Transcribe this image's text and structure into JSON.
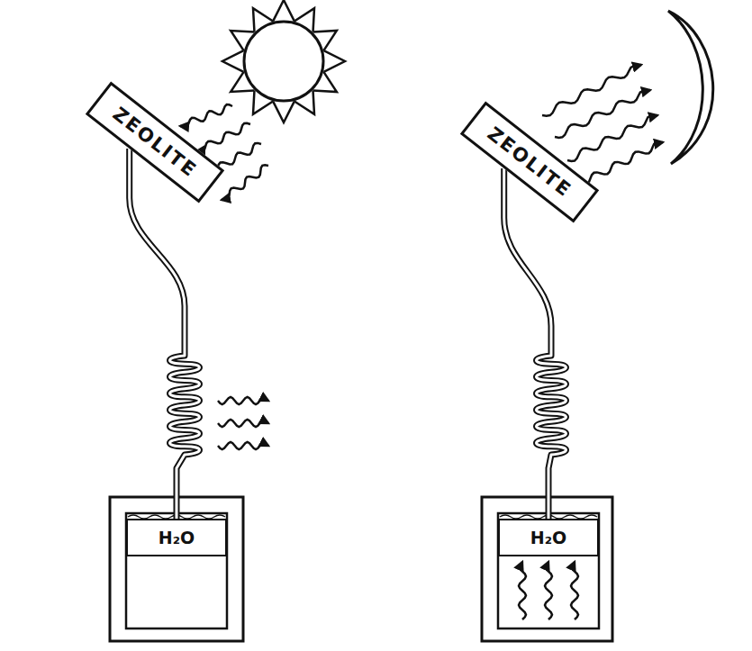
{
  "diagram": {
    "nodes": [
      {
        "text": [
          "ZEOLITE"
        ]
      },
      {
        "text": [
          "H₂O"
        ]
      },
      {
        "text": [
          "ZEOLITE"
        ]
      },
      {
        "text": [
          "H₂O"
        ]
      }
    ],
    "edges": [
      {
        "from": 0,
        "to": 1,
        "arrow": "none"
      },
      {
        "from": 2,
        "to": 3,
        "arrow": "none"
      }
    ]
  }
}
